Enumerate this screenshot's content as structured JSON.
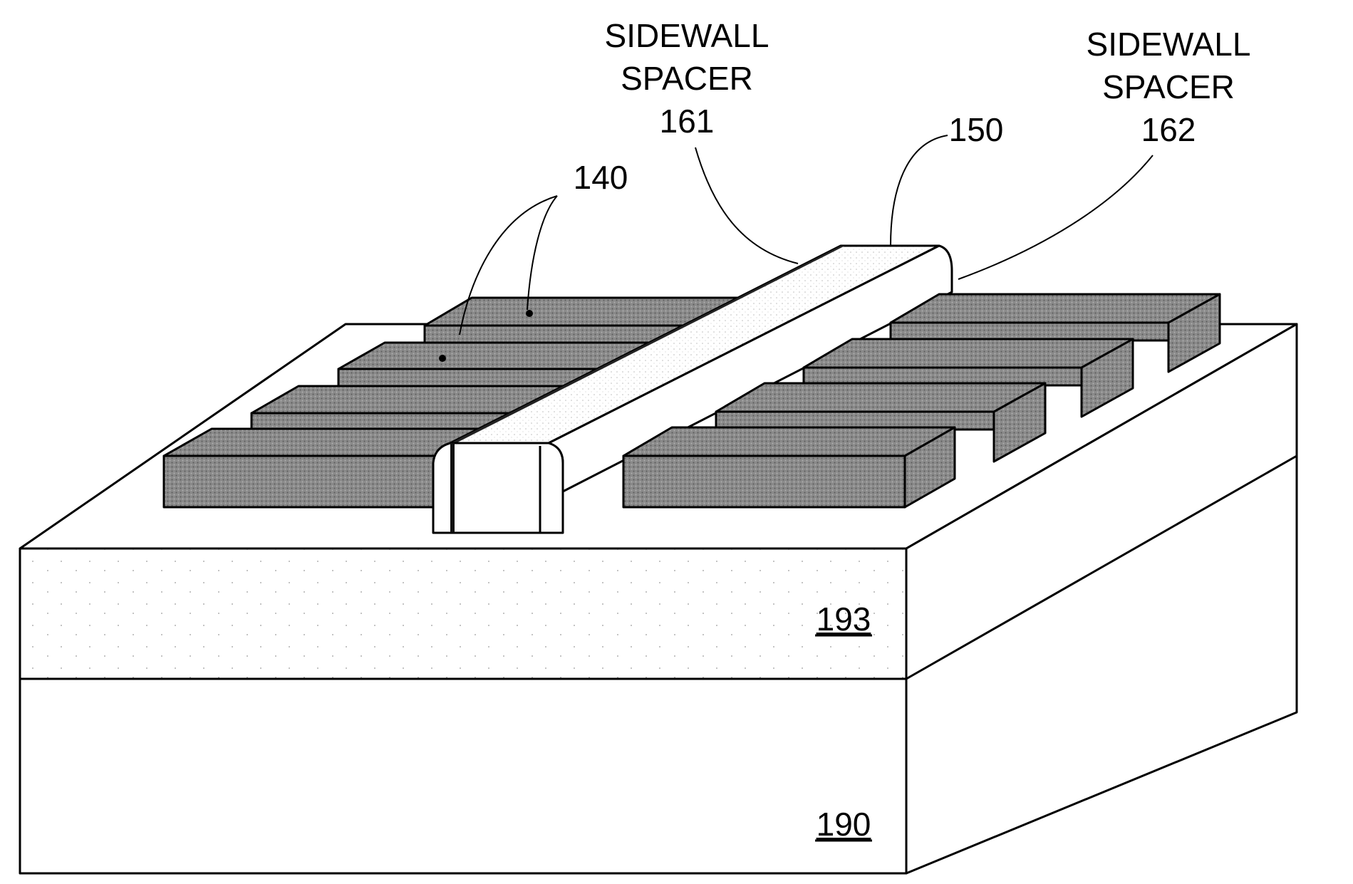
{
  "labels": {
    "spacer_161": {
      "line1": "SIDEWALL",
      "line2": "SPACER",
      "ref": "161"
    },
    "spacer_162": {
      "line1": "SIDEWALL",
      "line2": "SPACER",
      "ref": "162"
    },
    "gate": "150",
    "fins": "140",
    "layer_top": "193",
    "layer_bottom": "190"
  },
  "colors": {
    "fin_fill": "#8c8c8c",
    "substrate_fill": "#ffffff",
    "gate_fill": "#ffffff",
    "outline": "#000000"
  }
}
